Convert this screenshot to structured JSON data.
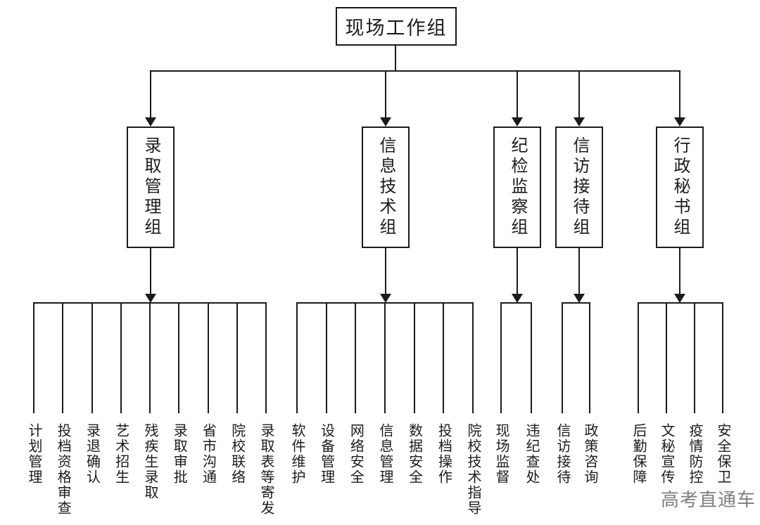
{
  "root": {
    "label": "现场工作组"
  },
  "groups": [
    {
      "label": "录取管理组",
      "leaves": [
        "计划管理",
        "投档资格审查",
        "录退确认",
        "艺术招生",
        "残疾生录取",
        "录取审批",
        "省市沟通",
        "院校联络",
        "录取表等寄发"
      ]
    },
    {
      "label": "信息技术组",
      "leaves": [
        "软件维护",
        "设备管理",
        "网络安全",
        "信息管理",
        "数据安全",
        "投档操作",
        "院校技术指导"
      ]
    },
    {
      "label": "纪检监察组",
      "leaves": [
        "现场监督",
        "违纪查处"
      ]
    },
    {
      "label": "信访接待组",
      "leaves": [
        "信访接待",
        "政策咨询"
      ]
    },
    {
      "label": "行政秘书组",
      "leaves": [
        "后勤保障",
        "文秘宣传",
        "疫情防控",
        "安全保卫"
      ]
    }
  ],
  "watermark": {
    "text": "高考直通车",
    "color": "#7e7e7e"
  },
  "colors": {
    "line": "#1b1b1b",
    "text": "#1c1c1c",
    "background": "#ffffff"
  }
}
